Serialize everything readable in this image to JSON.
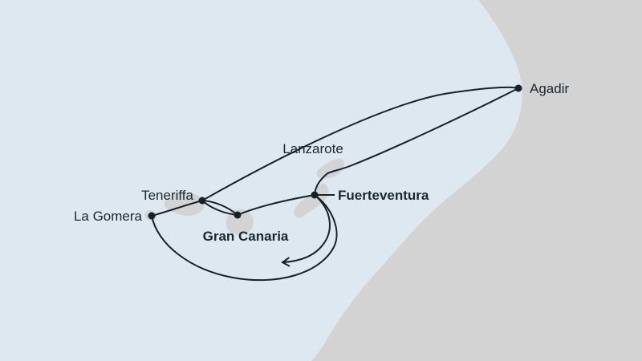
{
  "map": {
    "description": "Cruise itinerary map of the Canary Islands and Morocco",
    "colors": {
      "sea": "#dde8f1",
      "land": "#d3d3d3",
      "route": "#15222b",
      "label": "#1b2833"
    },
    "ports": [
      {
        "name": "Agadir",
        "emphasis": "normal"
      },
      {
        "name": "Lanzarote",
        "emphasis": "normal"
      },
      {
        "name": "Teneriffa",
        "emphasis": "normal"
      },
      {
        "name": "La Gomera",
        "emphasis": "normal"
      },
      {
        "name": "Fuerteventura",
        "emphasis": "bold"
      },
      {
        "name": "Gran Canaria",
        "emphasis": "bold"
      }
    ]
  }
}
